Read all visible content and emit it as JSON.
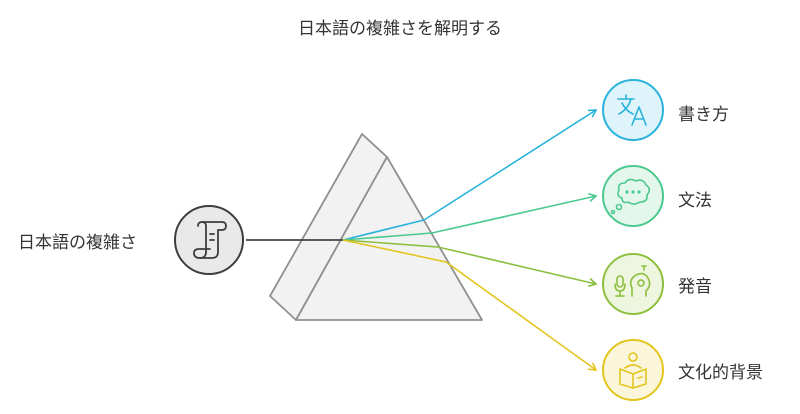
{
  "title": "日本語の複雑さを解明する",
  "input": {
    "label": "日本語の複雑さ",
    "icon": "scroll-icon"
  },
  "outputs": [
    {
      "label": "書き方",
      "icon": "translate-icon",
      "color": "#29b3db",
      "fill": "#dff3fa"
    },
    {
      "label": "文法",
      "icon": "speech-bubble-icon",
      "color": "#4cc98f",
      "fill": "#e3f7ec"
    },
    {
      "label": "発音",
      "icon": "microphone-icon",
      "color": "#8cbf3f",
      "fill": "#eef6df"
    },
    {
      "label": "文化的背景",
      "icon": "reading-person-icon",
      "color": "#e3c51f",
      "fill": "#fbf6d9"
    }
  ]
}
